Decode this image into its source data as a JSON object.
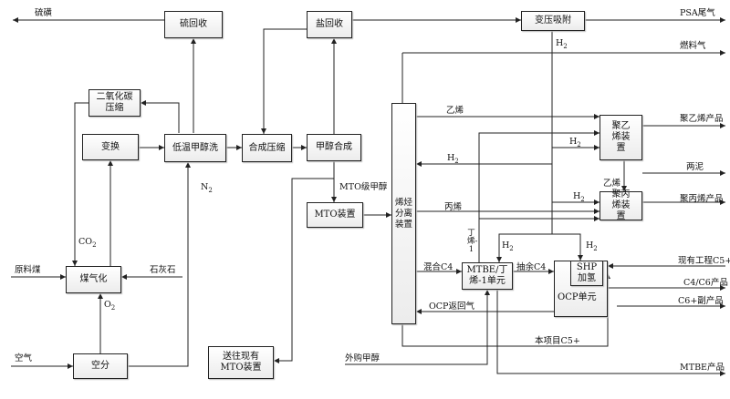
{
  "units": {
    "sulfur_recovery": "硫回收",
    "salt_recovery": "盐回收",
    "psa": "变压吸附",
    "co2_compression": "二氧化碳压缩",
    "shift": "变换",
    "rectisol": "低温甲醇洗",
    "syngas_compression": "合成压缩",
    "methanol_synthesis": "甲醇合成",
    "mto": "MTO装置",
    "olefin_separation": "烯烃分离装置",
    "pe_unit": "聚乙烯装置",
    "pp_unit": "聚丙烯装置",
    "mtbe_unit": "MTBE/丁烯-1单元",
    "ocp_unit": "OCP单元",
    "shp_unit": "SHP加氢",
    "gasification": "煤气化",
    "air_separation": "空分",
    "existing_mto": "送往现有MTO装置"
  },
  "labels": {
    "sulfur": "硫磺",
    "psa_tail_gas": "PSA尾气",
    "h2": "H",
    "h2_sub": "2",
    "fuel_gas": "燃料气",
    "ethylene": "乙烯",
    "pe_product": "聚乙烯产品",
    "waste_liquid": "两泥",
    "propylene": "丙烯",
    "pp_product": "聚丙烯产品",
    "n2": "N",
    "n2_sub": "2",
    "co2": "CO",
    "co2_sub": "2",
    "o2": "O",
    "o2_sub": "2",
    "raw_coal": "原料煤",
    "limestone": "石灰石",
    "mto_methanol": "MTO级甲醇",
    "mixed_c4": "混合C4",
    "raffinate_c4": "抽余C4",
    "butene1": "丁烯-1",
    "existing_c5": "现有工程C5+",
    "c4c6_product": "C4/C6产品",
    "c6_byproduct": "C6+副产品",
    "ocp_return": "OCP返回气",
    "project_c5": "本项目C5+",
    "air": "空气",
    "purchased_methanol": "外购甲醇",
    "mtbe_product": "MTBE产品"
  }
}
